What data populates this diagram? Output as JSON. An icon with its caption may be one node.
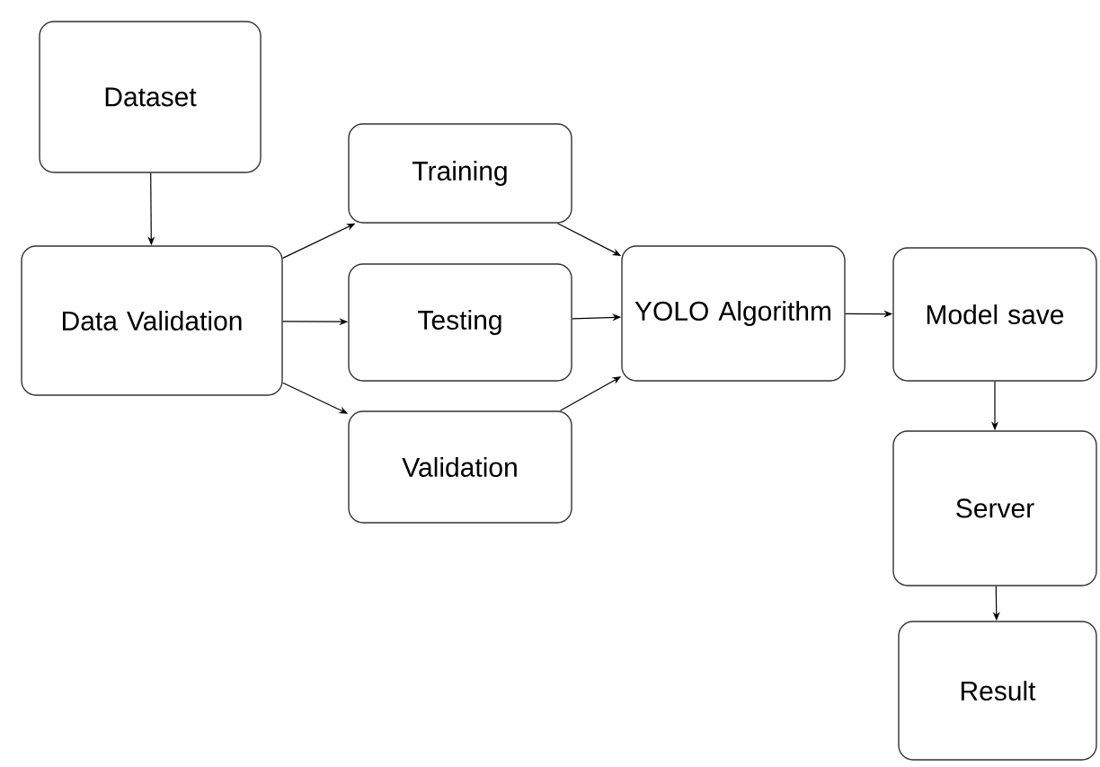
{
  "diagram": {
    "nodes": [
      {
        "text": [
          "Dataset"
        ]
      },
      {
        "text": [
          "Data Validation"
        ]
      },
      {
        "text": [
          "Training"
        ]
      },
      {
        "text": [
          "Testing"
        ]
      },
      {
        "text": [
          "Validation"
        ]
      },
      {
        "text": [
          "YOLO Algorithm"
        ]
      },
      {
        "text": [
          "Model save"
        ]
      },
      {
        "text": [
          "Server"
        ]
      },
      {
        "text": [
          "Result"
        ]
      }
    ],
    "edges": [
      {
        "from": 0,
        "to": 1,
        "arrow": "to"
      },
      {
        "from": 1,
        "to": 2,
        "arrow": "to"
      },
      {
        "from": 1,
        "to": 3,
        "arrow": "to"
      },
      {
        "from": 1,
        "to": 4,
        "arrow": "to"
      },
      {
        "from": 2,
        "to": 5,
        "arrow": "to"
      },
      {
        "from": 3,
        "to": 5,
        "arrow": "to"
      },
      {
        "from": 4,
        "to": 5,
        "arrow": "to"
      },
      {
        "from": 5,
        "to": 6,
        "arrow": "to"
      },
      {
        "from": 6,
        "to": 7,
        "arrow": "to"
      },
      {
        "from": 7,
        "to": 8,
        "arrow": "to"
      }
    ]
  }
}
